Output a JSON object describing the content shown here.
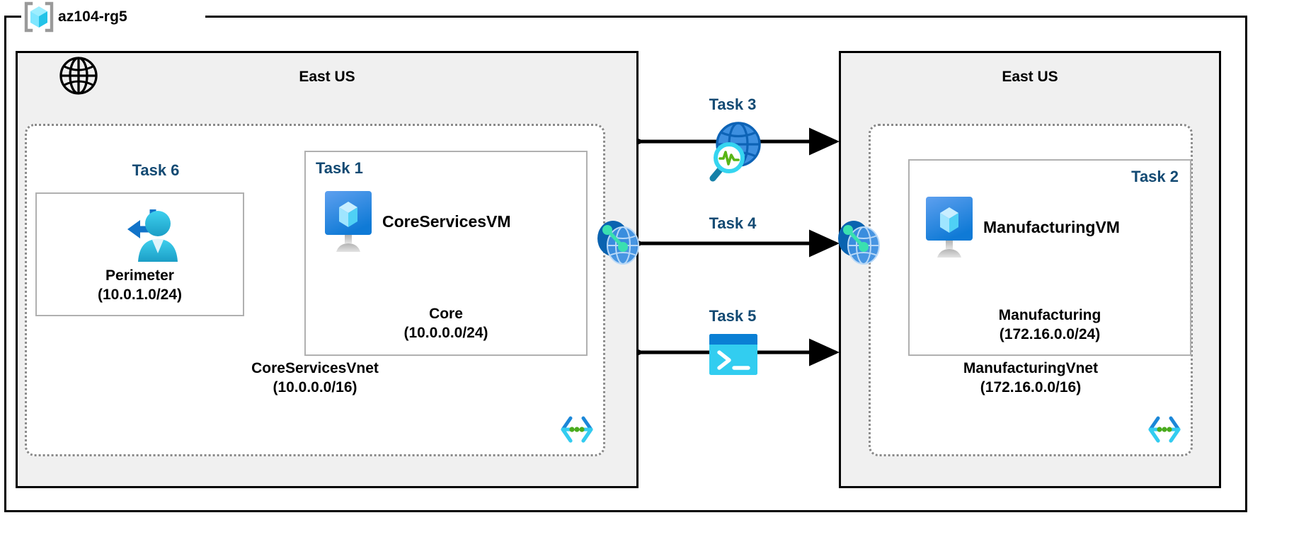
{
  "diagram": {
    "title": "az104-rg5",
    "resource_group_icon": "azure-resource-group-icon"
  },
  "regions": [
    {
      "id": "left",
      "name": "East US"
    },
    {
      "id": "right",
      "name": "East US"
    }
  ],
  "vnets": [
    {
      "id": "core",
      "name": "CoreServicesVnet",
      "address_space": "(10.0.0.0/16)",
      "corner_icon": "virtual-network-icon"
    },
    {
      "id": "manufacturing",
      "name": "ManufacturingVnet",
      "address_space": "(172.16.0.0/16)",
      "corner_icon": "virtual-network-icon"
    }
  ],
  "subnets": [
    {
      "id": "perimeter",
      "task": "Task 6",
      "name": "Perimeter",
      "address_space": "(10.0.1.0/24)",
      "icon": "bastion-user-icon"
    },
    {
      "id": "core",
      "task": "Task 1",
      "name": "Core",
      "address_space": "(10.0.0.0/24)",
      "resource": "CoreServicesVM",
      "icon": "virtual-machine-icon"
    },
    {
      "id": "manufacturing",
      "task": "Task 2",
      "name": "Manufacturing",
      "address_space": "(172.16.0.0/24)",
      "resource": "ManufacturingVM",
      "icon": "virtual-machine-icon"
    }
  ],
  "connections": [
    {
      "id": "task3",
      "task": "Task 3",
      "icon": "network-watcher-icon"
    },
    {
      "id": "task4",
      "task": "Task 4",
      "icon": "vnet-peering-icon"
    },
    {
      "id": "task5",
      "task": "Task 5",
      "icon": "cloud-shell-icon"
    }
  ],
  "internet": {
    "icon": "internet-globe-icon"
  },
  "peering_icons": [
    {
      "id": "peering-left",
      "icon": "vnet-peering-icon"
    },
    {
      "id": "peering-right",
      "icon": "vnet-peering-icon"
    }
  ],
  "colors": {
    "task_label": "#134a73",
    "region_fill": "#f0f0f0",
    "vnet_border": "#8a8a8a",
    "subnet_border": "#b0b0b0",
    "azure_blue": "#0078d4",
    "azure_cyan": "#50e6ff",
    "accent_green": "#57a300",
    "frame": "#000000"
  }
}
